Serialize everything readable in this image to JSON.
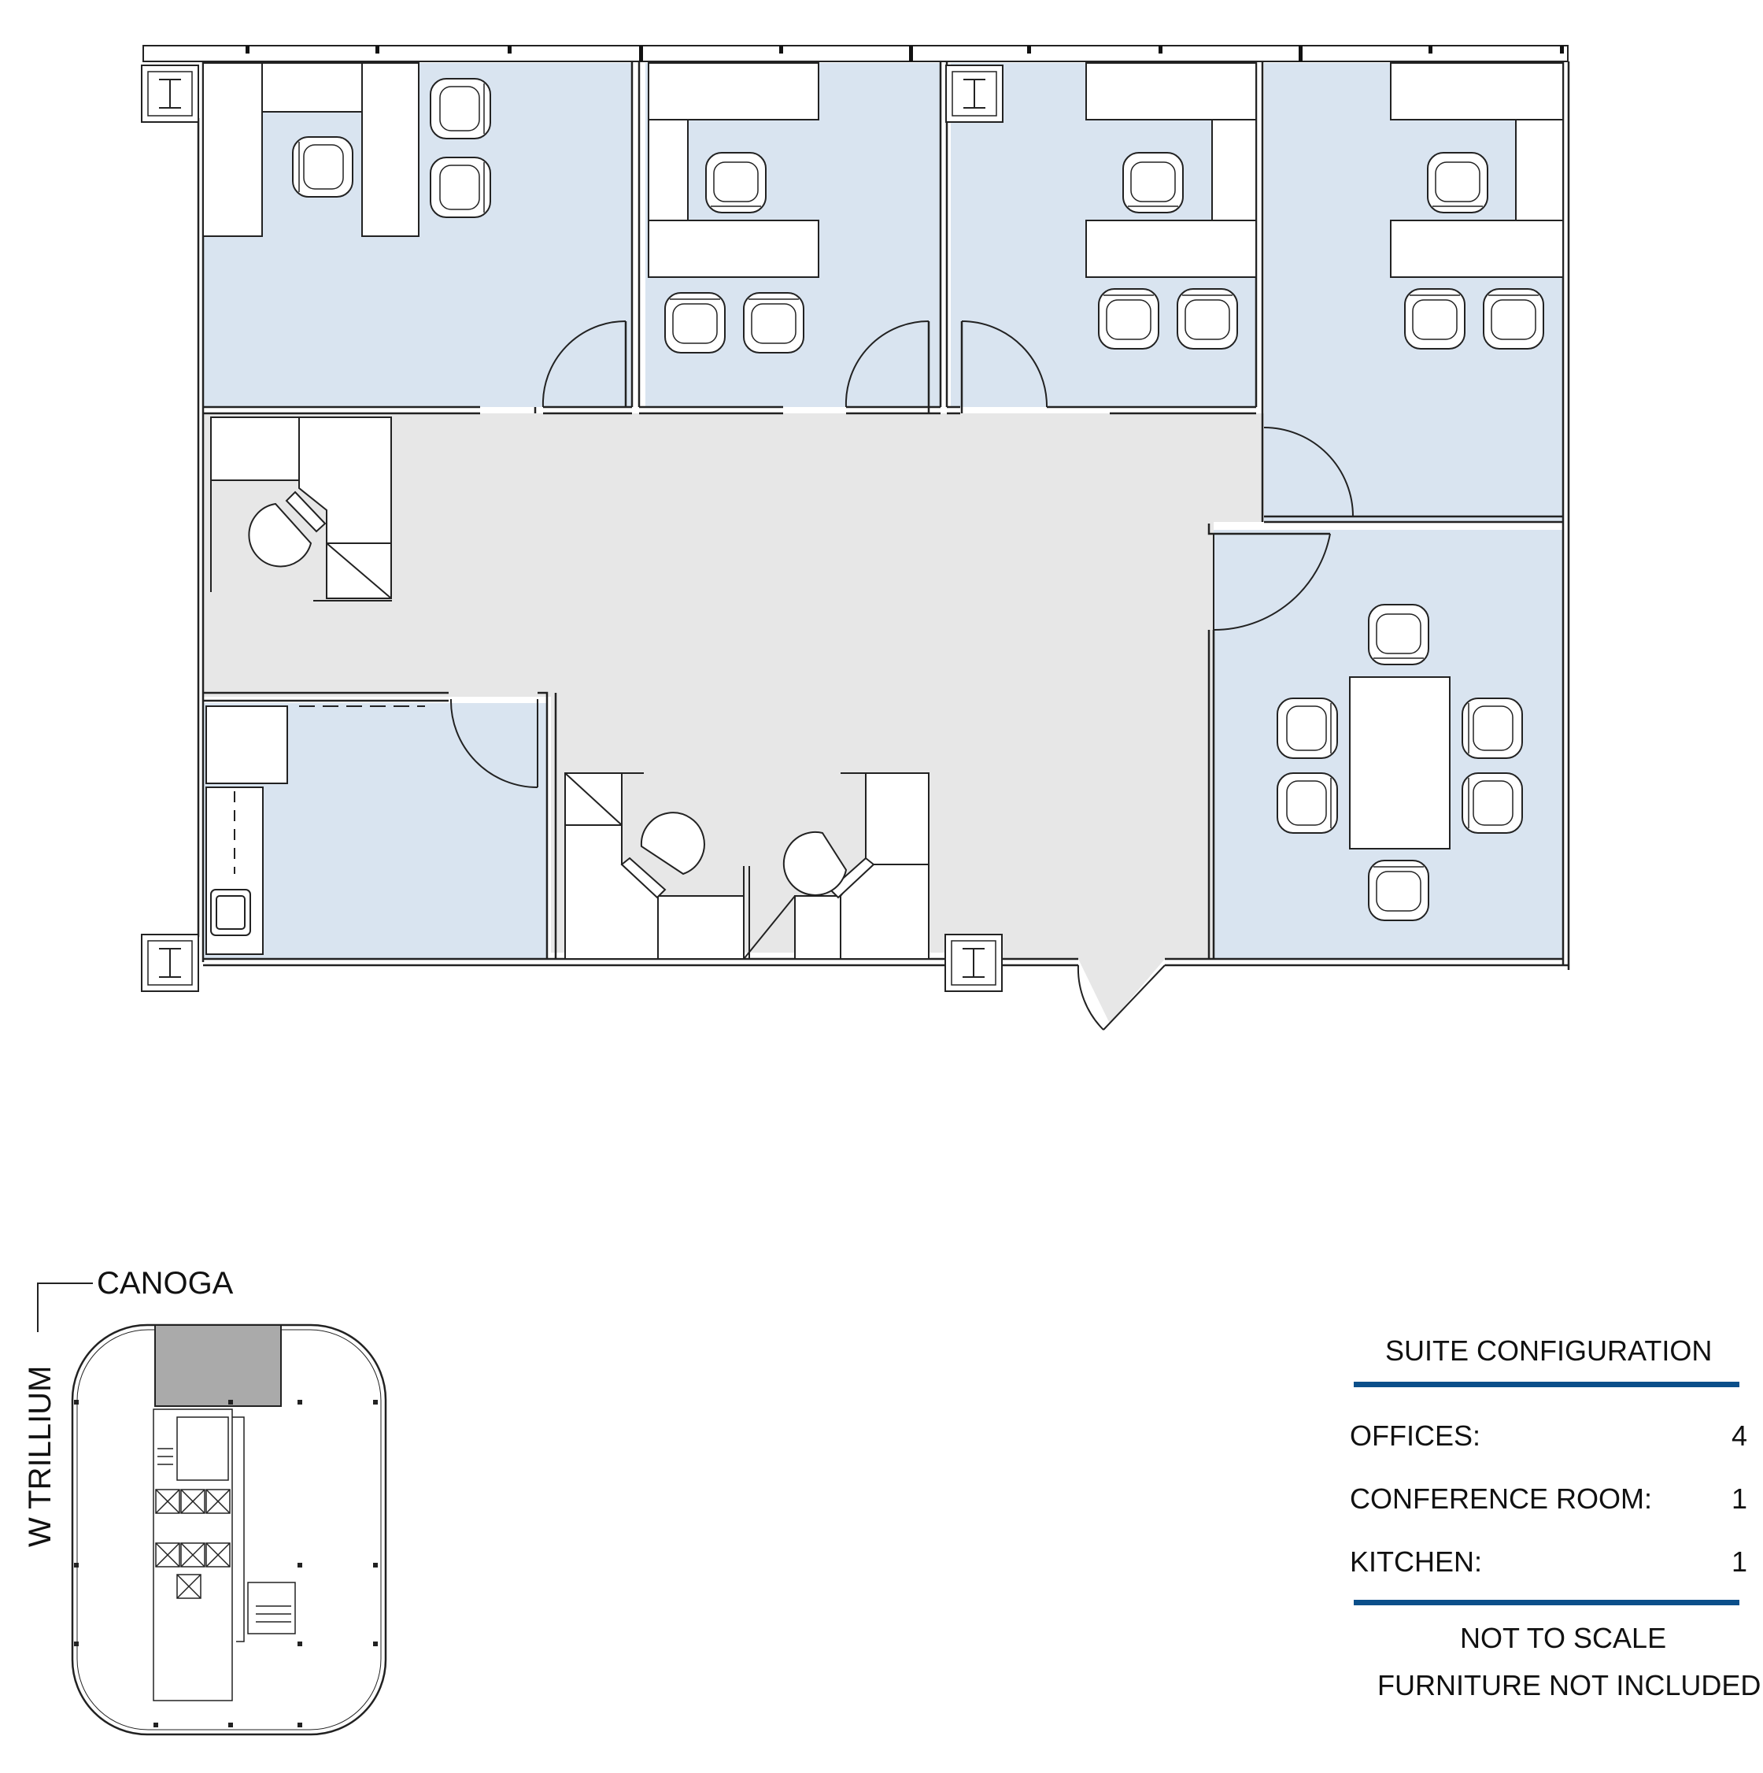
{
  "colors": {
    "office_fill": "#d9e4f0",
    "corridor_fill": "#e7e7e7",
    "wall": "#222222",
    "highlight_suite": "#aaaaaa",
    "accent_rule": "#0b4f8a"
  },
  "key_plan": {
    "street_top": "CANOGA",
    "street_left": "W TRILLIUM"
  },
  "legend": {
    "title": "SUITE CONFIGURATION",
    "rows": [
      {
        "label": "OFFICES:",
        "value": "4"
      },
      {
        "label": "CONFERENCE ROOM:",
        "value": "1"
      },
      {
        "label": "KITCHEN:",
        "value": "1"
      }
    ],
    "notes": [
      "NOT TO SCALE",
      "FURNITURE NOT INCLUDED"
    ]
  }
}
